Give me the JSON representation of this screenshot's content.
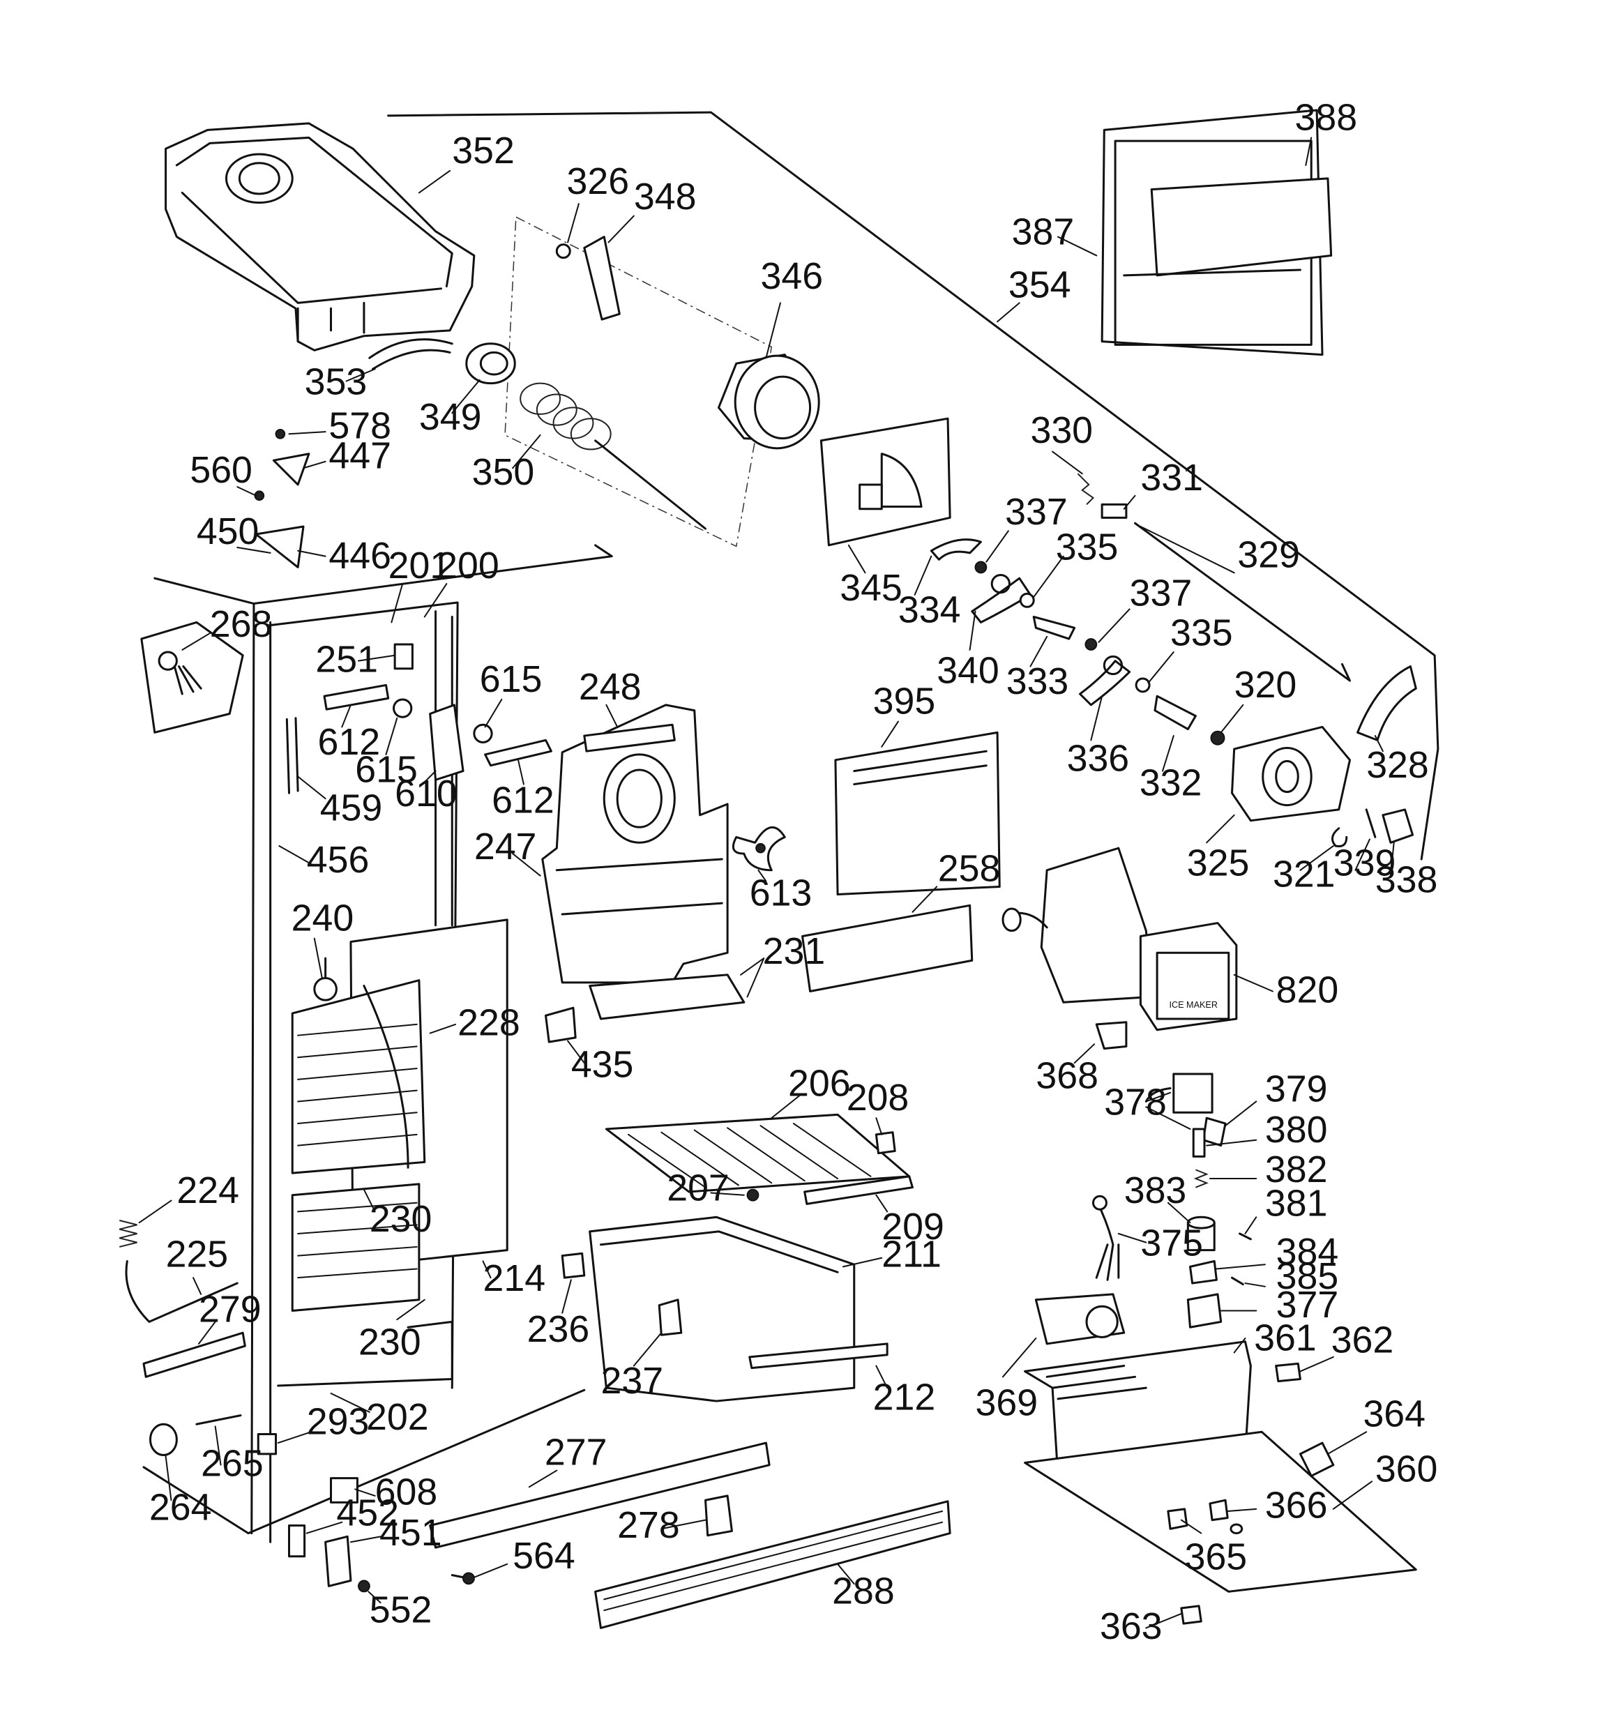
{
  "diagram": {
    "part_labels": [
      {
        "id": "p352",
        "text": "352"
      },
      {
        "id": "p326",
        "text": "326"
      },
      {
        "id": "p348",
        "text": "348"
      },
      {
        "id": "p346",
        "text": "346"
      },
      {
        "id": "p353",
        "text": "353"
      },
      {
        "id": "p349",
        "text": "349"
      },
      {
        "id": "p350",
        "text": "350"
      },
      {
        "id": "p578",
        "text": "578"
      },
      {
        "id": "p447",
        "text": "447"
      },
      {
        "id": "p560",
        "text": "560"
      },
      {
        "id": "p450",
        "text": "450"
      },
      {
        "id": "p446",
        "text": "446"
      },
      {
        "id": "p201",
        "text": "201"
      },
      {
        "id": "p200",
        "text": "200"
      },
      {
        "id": "p268",
        "text": "268"
      },
      {
        "id": "p251",
        "text": "251"
      },
      {
        "id": "p612a",
        "text": "612"
      },
      {
        "id": "p615a",
        "text": "615"
      },
      {
        "id": "p615b",
        "text": "615"
      },
      {
        "id": "p610",
        "text": "610"
      },
      {
        "id": "p612b",
        "text": "612"
      },
      {
        "id": "p248",
        "text": "248"
      },
      {
        "id": "p459",
        "text": "459"
      },
      {
        "id": "p456",
        "text": "456"
      },
      {
        "id": "p247",
        "text": "247"
      },
      {
        "id": "p613",
        "text": "613"
      },
      {
        "id": "p240",
        "text": "240"
      },
      {
        "id": "p228",
        "text": "228"
      },
      {
        "id": "p231",
        "text": "231"
      },
      {
        "id": "p435",
        "text": "435"
      },
      {
        "id": "p224",
        "text": "224"
      },
      {
        "id": "p225",
        "text": "225"
      },
      {
        "id": "p230a",
        "text": "230"
      },
      {
        "id": "p214",
        "text": "214"
      },
      {
        "id": "p279",
        "text": "279"
      },
      {
        "id": "p230b",
        "text": "230"
      },
      {
        "id": "p202",
        "text": "202"
      },
      {
        "id": "p293",
        "text": "293"
      },
      {
        "id": "p265",
        "text": "265"
      },
      {
        "id": "p264",
        "text": "264"
      },
      {
        "id": "p608",
        "text": "608"
      },
      {
        "id": "p452",
        "text": "452"
      },
      {
        "id": "p451",
        "text": "451"
      },
      {
        "id": "p552",
        "text": "552"
      },
      {
        "id": "p564",
        "text": "564"
      },
      {
        "id": "p277",
        "text": "277"
      },
      {
        "id": "p278",
        "text": "278"
      },
      {
        "id": "p288",
        "text": "288"
      },
      {
        "id": "p206",
        "text": "206"
      },
      {
        "id": "p208",
        "text": "208"
      },
      {
        "id": "p207",
        "text": "207"
      },
      {
        "id": "p209",
        "text": "209"
      },
      {
        "id": "p211",
        "text": "211"
      },
      {
        "id": "p236",
        "text": "236"
      },
      {
        "id": "p237",
        "text": "237"
      },
      {
        "id": "p212",
        "text": "212"
      },
      {
        "id": "p345",
        "text": "345"
      },
      {
        "id": "p334",
        "text": "334"
      },
      {
        "id": "p337a",
        "text": "337"
      },
      {
        "id": "p335a",
        "text": "335"
      },
      {
        "id": "p340",
        "text": "340"
      },
      {
        "id": "p333",
        "text": "333"
      },
      {
        "id": "p337b",
        "text": "337"
      },
      {
        "id": "p335b",
        "text": "335"
      },
      {
        "id": "p336",
        "text": "336"
      },
      {
        "id": "p332",
        "text": "332"
      },
      {
        "id": "p330",
        "text": "330"
      },
      {
        "id": "p331",
        "text": "331"
      },
      {
        "id": "p329",
        "text": "329"
      },
      {
        "id": "p320",
        "text": "320"
      },
      {
        "id": "p328",
        "text": "328"
      },
      {
        "id": "p325",
        "text": "325"
      },
      {
        "id": "p321",
        "text": "321"
      },
      {
        "id": "p339",
        "text": "339"
      },
      {
        "id": "p338",
        "text": "338"
      },
      {
        "id": "p395",
        "text": "395"
      },
      {
        "id": "p258",
        "text": "258"
      },
      {
        "id": "p820",
        "text": "820"
      },
      {
        "id": "p368",
        "text": "368"
      },
      {
        "id": "p378",
        "text": "378"
      },
      {
        "id": "p379",
        "text": "379"
      },
      {
        "id": "p380",
        "text": "380"
      },
      {
        "id": "p382",
        "text": "382"
      },
      {
        "id": "p383",
        "text": "383"
      },
      {
        "id": "p381",
        "text": "381"
      },
      {
        "id": "p375",
        "text": "375"
      },
      {
        "id": "p384",
        "text": "384"
      },
      {
        "id": "p385",
        "text": "385"
      },
      {
        "id": "p377",
        "text": "377"
      },
      {
        "id": "p369",
        "text": "369"
      },
      {
        "id": "p361",
        "text": "361"
      },
      {
        "id": "p362",
        "text": "362"
      },
      {
        "id": "p364",
        "text": "364"
      },
      {
        "id": "p360",
        "text": "360"
      },
      {
        "id": "p366",
        "text": "366"
      },
      {
        "id": "p365",
        "text": "365"
      },
      {
        "id": "p363",
        "text": "363"
      },
      {
        "id": "p387",
        "text": "387"
      },
      {
        "id": "p388",
        "text": "388"
      },
      {
        "id": "p354",
        "text": "354"
      }
    ],
    "embossed_text": "ICE MAKER"
  }
}
